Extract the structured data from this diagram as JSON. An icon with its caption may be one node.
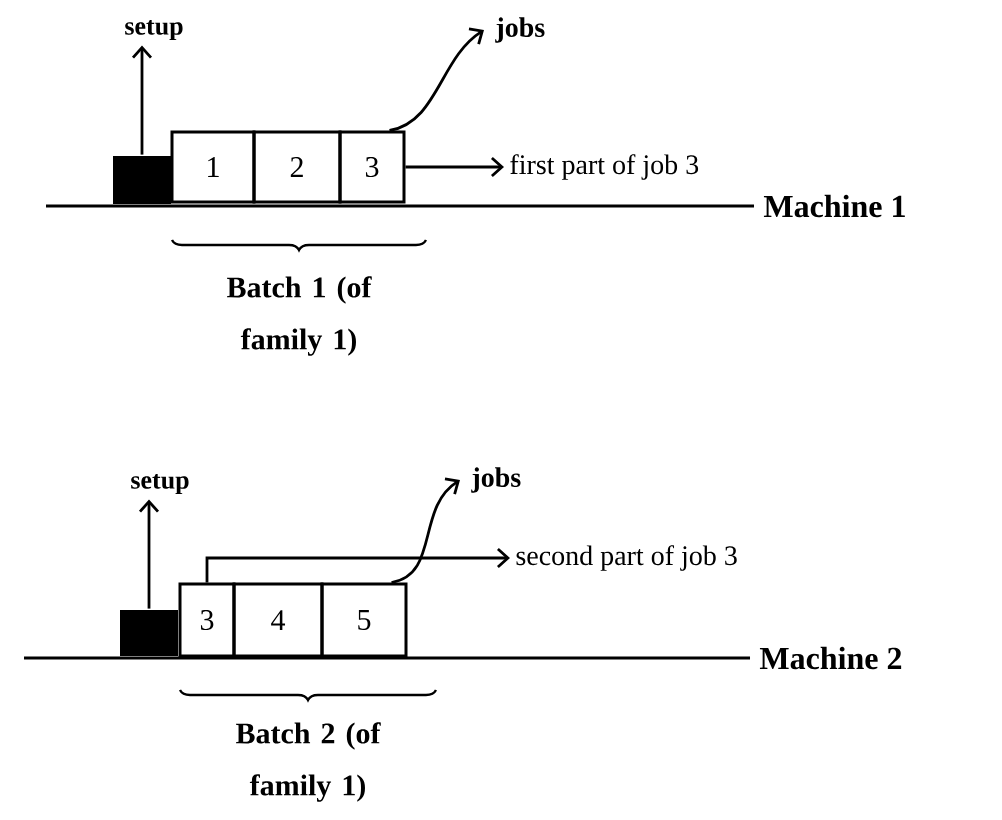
{
  "diagram": {
    "nodes": [
      {
        "text": [
          "setup"
        ]
      },
      {
        "text": [],
        "shape": "box"
      },
      {
        "text": [
          "1"
        ]
      },
      {
        "text": [
          "2"
        ]
      },
      {
        "text": [
          "3"
        ]
      },
      {
        "text": [
          "jobs"
        ]
      },
      {
        "text": [
          "first part of job 3"
        ]
      },
      {
        "text": [
          "setup"
        ]
      },
      {
        "text": [],
        "shape": "box"
      },
      {
        "text": [
          "3"
        ]
      },
      {
        "text": [
          "4"
        ]
      },
      {
        "text": [
          "5"
        ]
      },
      {
        "text": [
          "jobs"
        ]
      },
      {
        "text": [
          "second part of job 3"
        ]
      }
    ],
    "edges": [
      {
        "from": 1,
        "to": 0,
        "arrow": "to"
      },
      {
        "from": 4,
        "to": 5,
        "arrow": "to"
      },
      {
        "from": 4,
        "to": 6,
        "arrow": "to"
      },
      {
        "from": 8,
        "to": 7,
        "arrow": "to"
      },
      {
        "from": 11,
        "to": 12,
        "arrow": "to"
      },
      {
        "from": 9,
        "to": 13,
        "arrow": "to"
      }
    ],
    "labels": [
      "Machine 1",
      "Batch 1 (of family 1)",
      "Machine 2",
      "Batch 2 (of family 1)"
    ]
  }
}
